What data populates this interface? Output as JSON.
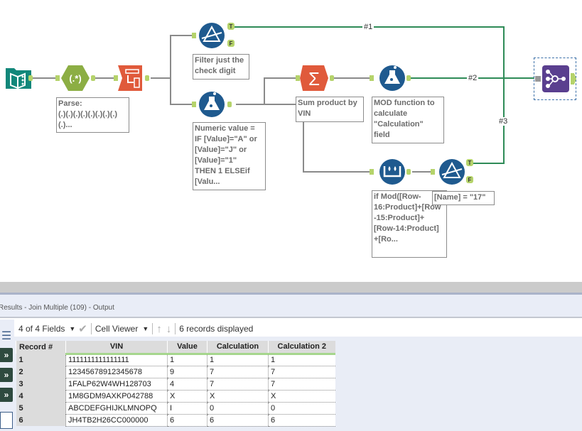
{
  "canvas": {
    "tools": [
      {
        "id": "input",
        "type": "input-data",
        "color": "#12877a"
      },
      {
        "id": "regex",
        "type": "regex-parse",
        "color": "#8cae44",
        "label": "(.*)"
      },
      {
        "id": "text-to-columns",
        "type": "text-to-columns",
        "color": "#e05a3b"
      },
      {
        "id": "filter1",
        "type": "filter",
        "color": "#1f5a8f"
      },
      {
        "id": "formula1",
        "type": "formula",
        "color": "#1f5a8f"
      },
      {
        "id": "summarize",
        "type": "summarize",
        "color": "#e05a3b",
        "label": "Σ"
      },
      {
        "id": "formula2",
        "type": "formula",
        "color": "#1f5a8f"
      },
      {
        "id": "multirow",
        "type": "multi-row-formula",
        "color": "#1f5a8f"
      },
      {
        "id": "filter2",
        "type": "filter",
        "color": "#1f5a8f"
      },
      {
        "id": "join-multiple",
        "type": "join-multiple",
        "color": "#5a3f8f"
      }
    ],
    "annotations": {
      "regex": "Parse:\n(.)(.)(.)(.)(.)(.)(.)(.)\n(.)...",
      "filter1": "Filter just the\ncheck digit",
      "formula1": "Numeric value =\nIF [Value]=\"A\" or\n[Value]=\"J\" or\n[Value]=\"1\"\nTHEN 1 ELSEif\n[Valu...",
      "summarize": "Sum product by\nVIN",
      "formula2": "MOD function to\ncalculate\n\"Calculation\"\nfield",
      "multirow": "if Mod([Row-\n16:Product]+[Row\n-15:Product]+\n[Row-14:Product]\n+[Ro...",
      "filter2": "[Name]  =  \"17\""
    },
    "anchors": {
      "true": "T",
      "false": "F"
    },
    "wire_labels": [
      "#1",
      "#2",
      "#3"
    ],
    "colors": {
      "wire_gray": "#8a8a8a",
      "wire_green": "#2e8b57",
      "anchor": "#b5d36b"
    }
  },
  "results": {
    "title": "Results - Join Multiple (109) - Output",
    "toolbar": {
      "fields_label": "4 of 4 Fields",
      "viewer_label": "Cell Viewer",
      "records_label": "6 records displayed"
    },
    "columns": [
      "Record #",
      "VIN",
      "Value",
      "Calculation",
      "Calculation 2"
    ],
    "rows": [
      [
        "1",
        "1111111111111111",
        "1",
        "1",
        "1"
      ],
      [
        "2",
        "12345678912345678",
        "9",
        "7",
        "7"
      ],
      [
        "3",
        "1FALP62W4WH128703",
        "4",
        "7",
        "7"
      ],
      [
        "4",
        "1M8GDM9AXKP042788",
        "X",
        "X",
        "X"
      ],
      [
        "5",
        "ABCDEFGHIJKLMNOPQ",
        "I",
        "0",
        "0"
      ],
      [
        "6",
        "JH4TB2H26CC000000",
        "6",
        "6",
        "6"
      ]
    ]
  }
}
